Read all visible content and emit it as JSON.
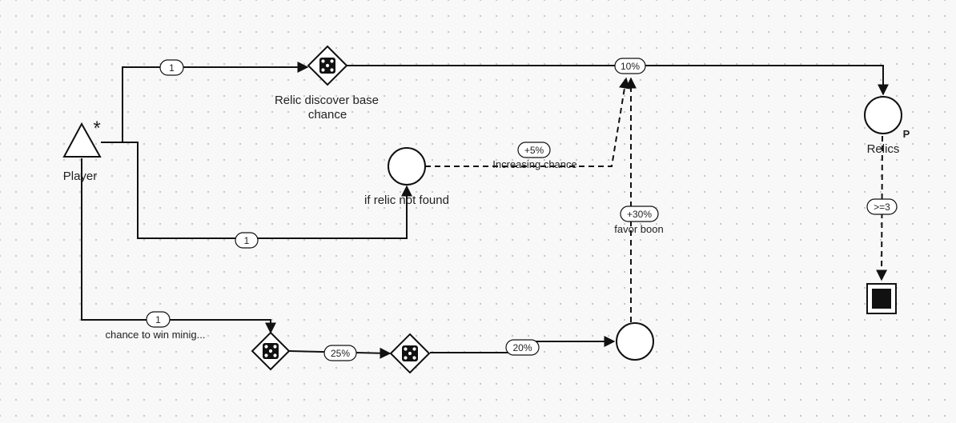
{
  "nodes": {
    "player": {
      "label": "Player",
      "marker": "*"
    },
    "relic_discover": {
      "label_line1": "Relic discover base",
      "label_line2": "chance"
    },
    "if_relic": {
      "label": "if relic not found"
    },
    "relics": {
      "label": "Relics",
      "marker": "P"
    }
  },
  "edges": {
    "player_to_relic_discover": {
      "label": "1"
    },
    "relic_discover_to_relics": {
      "label": "10%"
    },
    "player_to_if_relic": {
      "label": "1"
    },
    "increasing_chance": {
      "label": "+5%",
      "caption": "Increasing chance"
    },
    "favor_boon": {
      "label": "+30%",
      "caption": "favor boon"
    },
    "relics_to_end": {
      "label": ">=3"
    },
    "player_to_mini": {
      "label": "1",
      "caption": "chance to win minig..."
    },
    "mini_to_second": {
      "label": "25%"
    },
    "second_to_pool": {
      "label": "20%"
    }
  },
  "icons": {
    "dice": "dice-five-icon",
    "end": "end-square-icon"
  }
}
